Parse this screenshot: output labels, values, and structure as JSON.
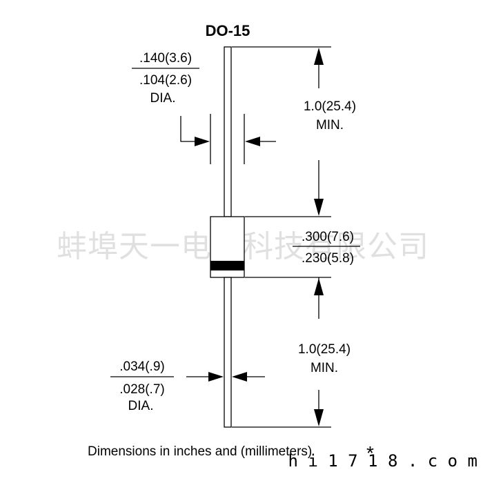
{
  "title": "DO-15",
  "body_dia": {
    "max": ".140(3.6)",
    "min": ".104(2.6)",
    "unit": "DIA."
  },
  "lead_length_top": {
    "value": "1.0(25.4)",
    "qualifier": "MIN."
  },
  "body_length": {
    "max": ".300(7.6)",
    "min": ".230(5.8)"
  },
  "lead_length_bottom": {
    "value": "1.0(25.4)",
    "qualifier": "MIN."
  },
  "lead_dia": {
    "max": ".034(.9)",
    "min": ".028(.7)",
    "unit": "DIA."
  },
  "footnote": "Dimensions in inches and (millimeters)",
  "watermark": "蚌埠天一电子科技有限公司",
  "site_mark": "h i 1 7 1 8 . c o m",
  "star": "*"
}
